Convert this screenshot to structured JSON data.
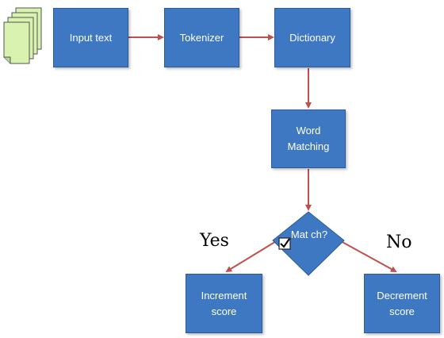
{
  "nodes": {
    "input_text": "Input text",
    "tokenizer": "Tokenizer",
    "dictionary": "Dictionary",
    "word_matching": [
      "Word",
      "Matching"
    ],
    "match": [
      "Mat",
      "ch?"
    ],
    "increment_score": [
      "Increment",
      "score"
    ],
    "decrement_score": [
      "Decrement",
      "score"
    ]
  },
  "branches": {
    "yes": "Yes",
    "no": "No"
  },
  "colors": {
    "box_fill": "#3f78c2",
    "box_border": "#2c5a99",
    "arrow": "#c0504d",
    "document_fill": "#d9f2b0"
  },
  "icons": {
    "documents": "document-stack-icon",
    "checkbox": "checkbox-checked-icon"
  }
}
